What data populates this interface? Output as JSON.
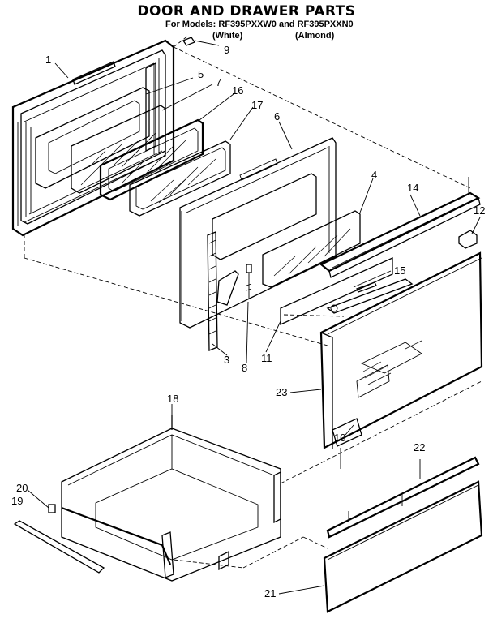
{
  "header": {
    "title": "DOOR AND DRAWER PARTS",
    "models_line": "For Models: RF395PXXW0 and RF395PXXN0",
    "white_label": "(White)",
    "almond_label": "(Almond)"
  },
  "callouts": [
    "1",
    "5",
    "7",
    "16",
    "17",
    "6",
    "9",
    "4",
    "14",
    "12",
    "15",
    "3",
    "8",
    "11",
    "23",
    "10",
    "18",
    "20",
    "19",
    "22",
    "21"
  ]
}
